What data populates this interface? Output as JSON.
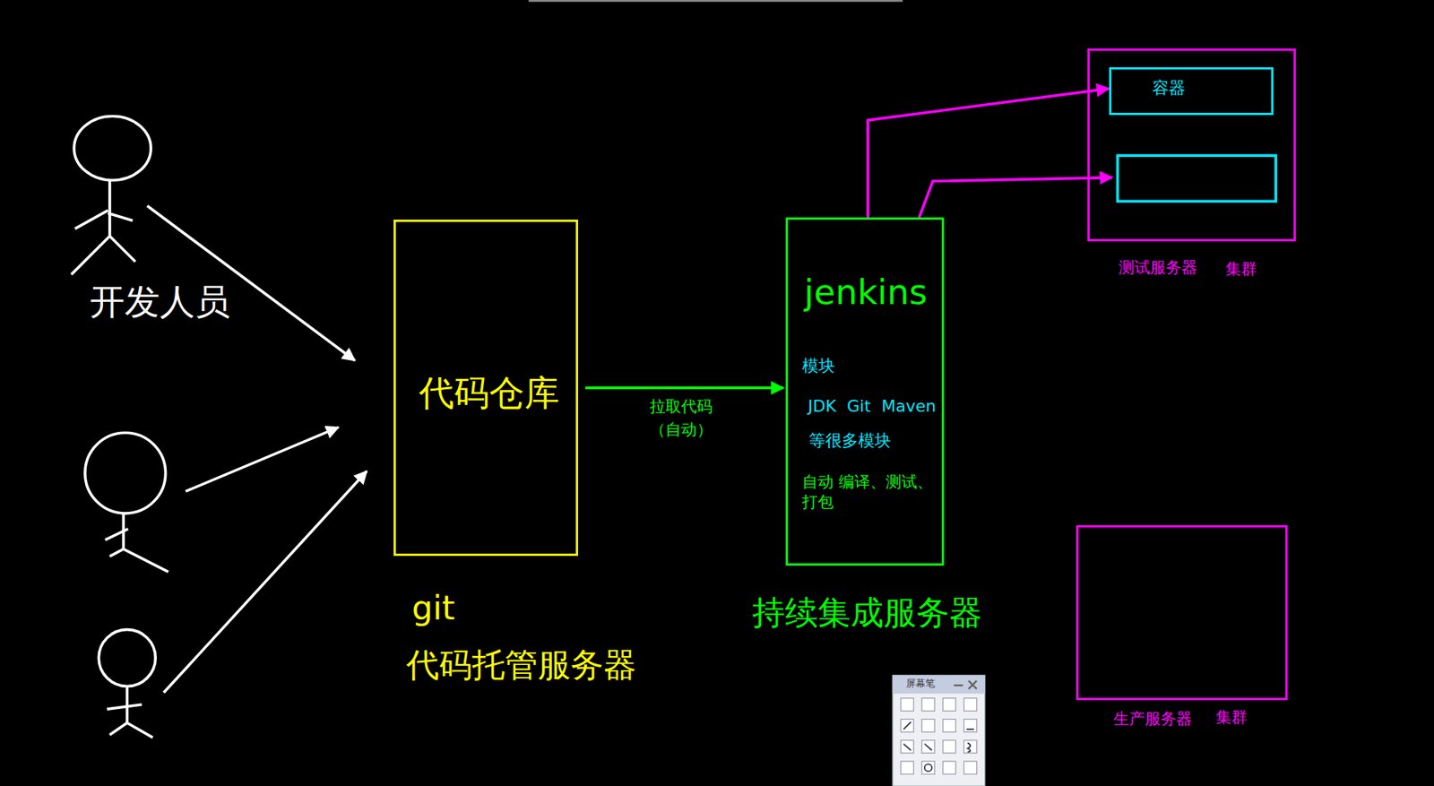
{
  "diagram": {
    "nodes": [
      {
        "text": [
          "代码仓库",
          "git",
          "代码托管服务器"
        ]
      },
      {
        "text": [
          "jenkins",
          "模块",
          "JDK Git Maven",
          "等很多模块",
          "自动 编译、测试、打包",
          "持续集成服务器"
        ]
      },
      {
        "text": [
          "测试服务器",
          "集群"
        ]
      },
      {
        "text": [
          "容器"
        ],
        "in": 2
      },
      {
        "text": [
          "生产服务器",
          "集群"
        ]
      }
    ],
    "edges": [
      {
        "from": 0,
        "to": 1,
        "arrow": "to",
        "label": "拉取代码 （自动）"
      },
      {
        "from": 1,
        "to": 3,
        "arrow": "to"
      }
    ],
    "labels": [
      "开发人员",
      "屏幕笔"
    ]
  }
}
